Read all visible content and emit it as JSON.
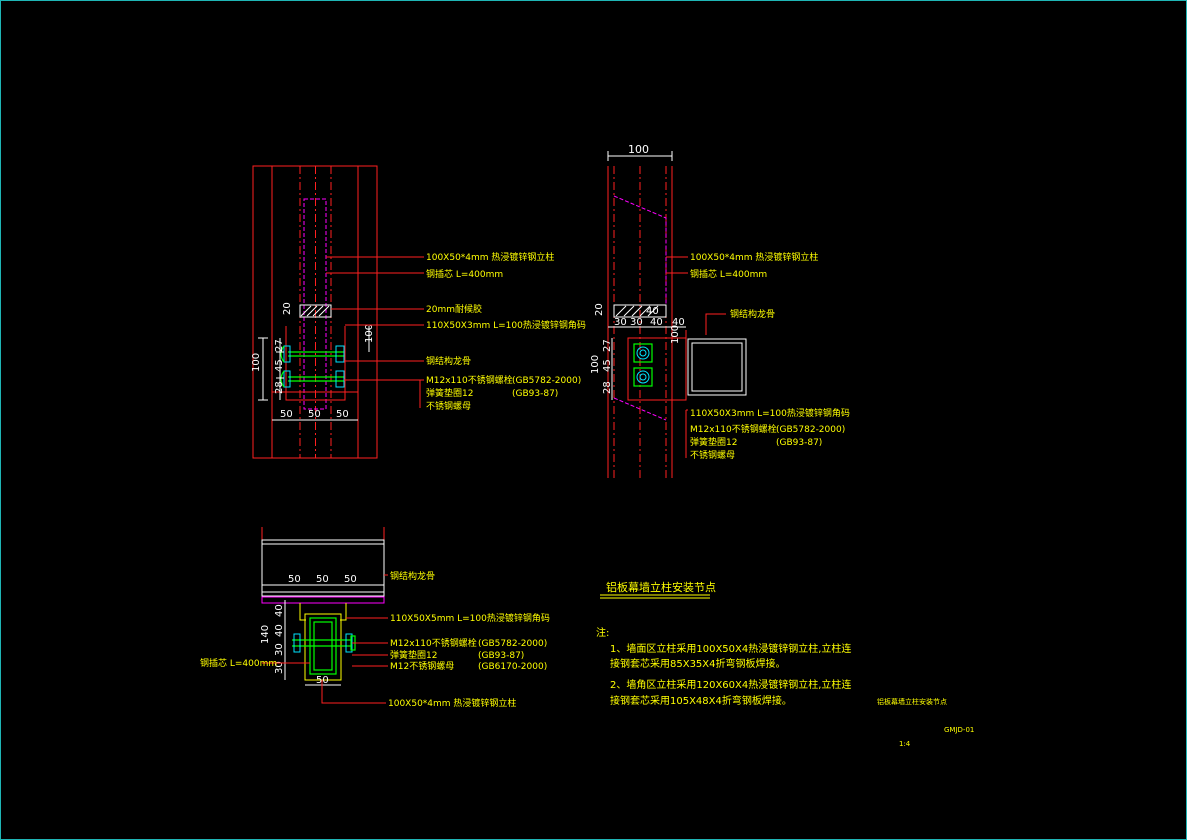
{
  "drawing": {
    "elevation_a": {
      "labels": {
        "mullion": "100X50*4mm 热浸镀锌钢立柱",
        "core": "钢插芯 L=400mm",
        "gap": "20mm耐候胶",
        "angle": "110X50X3mm L=100热浸镀锌钢角码",
        "keel": "钢结构龙骨",
        "bolt": "M12x110不锈钢螺栓",
        "bolt_std": "(GB5782-2000)",
        "washer": "弹簧垫圈12",
        "washer_std": "(GB93-87)",
        "nut": "不锈钢螺母"
      },
      "dims": {
        "h100": "100",
        "h20": "20",
        "v27": "27",
        "v45": "45",
        "v28": "28",
        "b1": "50",
        "b2": "50",
        "b3": "50",
        "side100": "100"
      }
    },
    "elevation_b": {
      "labels": {
        "mullion": "100X50*4mm 热浸镀锌钢立柱",
        "core": "钢插芯 L=400mm",
        "keel": "钢结构龙骨",
        "angle": "110X50X3mm L=100热浸镀锌钢角码",
        "bolt": "M12x110不锈钢螺栓",
        "bolt_std": "(GB5782-2000)",
        "washer": "弹簧垫圈12",
        "washer_std": "(GB93-87)",
        "nut": "不锈钢螺母"
      },
      "dims": {
        "top100": "100",
        "h20": "20",
        "d40a": "40",
        "d30a": "30",
        "d30b": "30",
        "d40b": "40",
        "d40c": "40",
        "v27": "27",
        "v45": "45",
        "v28": "28",
        "h100": "100",
        "side100": "100"
      }
    },
    "plan": {
      "labels": {
        "keel": "钢结构龙骨",
        "angle": "110X50X5mm L=100热浸镀锌钢角码",
        "bolt": "M12x110不锈钢螺栓",
        "bolt_std": "(GB5782-2000)",
        "washer": "弹簧垫圈12",
        "washer_std": "(GB93-87)",
        "nut": "M12不锈钢螺母",
        "nut_std": "(GB6170-2000)",
        "core": "钢插芯 L=400mm",
        "mullion": "100X50*4mm 热浸镀锌钢立柱"
      },
      "dims": {
        "t1": "50",
        "t2": "50",
        "t3": "50",
        "v40a": "40",
        "v40b": "40",
        "v30a": "30",
        "v30b": "30",
        "total140": "140",
        "bottom50": "50"
      }
    },
    "title": "铝板幕墙立柱安装节点",
    "notes": {
      "heading": "注:",
      "n1a": "1、墙面区立柱采用100X50X4热浸镀锌钢立柱,立柱连",
      "n1b": "接钢套芯采用85X35X4折弯钢板焊接。",
      "n2a": "2、墙角区立柱采用120X60X4热浸镀锌钢立柱,立柱连",
      "n2b": "接钢套芯采用105X48X4折弯钢板焊接。"
    },
    "titleblock": {
      "name": "铝板幕墙立柱安装节点",
      "code": "GMJD-01",
      "scale": "1:4"
    }
  },
  "colors": {
    "background": "#000000",
    "frame": "#1fb5b5",
    "lines": "#ff2020",
    "steel": "#ff00ff",
    "bolts": "#00ff00",
    "washers": "#00e5ff",
    "dims": "#ffffff",
    "labels": "#ffff00"
  }
}
